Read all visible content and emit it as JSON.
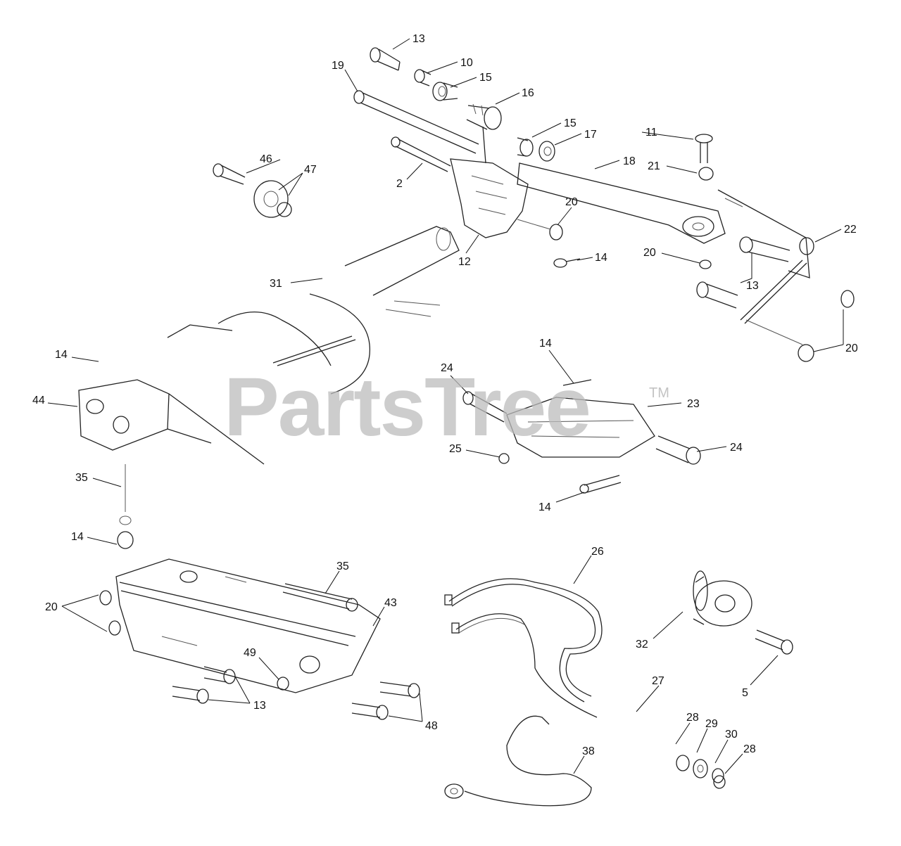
{
  "watermark": {
    "brand": "PartsTree",
    "mark": "TM",
    "color": "#bdbdbd"
  },
  "callouts": [
    {
      "id": "c13a",
      "text": "13"
    },
    {
      "id": "c10",
      "text": "10"
    },
    {
      "id": "c15a",
      "text": "15"
    },
    {
      "id": "c19",
      "text": "19"
    },
    {
      "id": "c16",
      "text": "16"
    },
    {
      "id": "c15b",
      "text": "15"
    },
    {
      "id": "c17",
      "text": "17"
    },
    {
      "id": "c11",
      "text": "11"
    },
    {
      "id": "c46",
      "text": "46"
    },
    {
      "id": "c47",
      "text": "47"
    },
    {
      "id": "c18",
      "text": "18"
    },
    {
      "id": "c21",
      "text": "21"
    },
    {
      "id": "c2",
      "text": "2"
    },
    {
      "id": "c20a",
      "text": "20"
    },
    {
      "id": "c22",
      "text": "22"
    },
    {
      "id": "c12",
      "text": "12"
    },
    {
      "id": "c14a",
      "text": "14"
    },
    {
      "id": "c20b",
      "text": "20"
    },
    {
      "id": "c31",
      "text": "31"
    },
    {
      "id": "c13b",
      "text": "13"
    },
    {
      "id": "c20c",
      "text": "20"
    },
    {
      "id": "c14b",
      "text": "14"
    },
    {
      "id": "c14c",
      "text": "14"
    },
    {
      "id": "c24a",
      "text": "24"
    },
    {
      "id": "c23",
      "text": "23"
    },
    {
      "id": "c44",
      "text": "44"
    },
    {
      "id": "c24b",
      "text": "24"
    },
    {
      "id": "c25",
      "text": "25"
    },
    {
      "id": "c35a",
      "text": "35"
    },
    {
      "id": "c14d",
      "text": "14"
    },
    {
      "id": "c14e",
      "text": "14"
    },
    {
      "id": "c26",
      "text": "26"
    },
    {
      "id": "c35b",
      "text": "35"
    },
    {
      "id": "c20d",
      "text": "20"
    },
    {
      "id": "c43",
      "text": "43"
    },
    {
      "id": "c32",
      "text": "32"
    },
    {
      "id": "c49",
      "text": "49"
    },
    {
      "id": "c13c",
      "text": "13"
    },
    {
      "id": "c27",
      "text": "27"
    },
    {
      "id": "c5",
      "text": "5"
    },
    {
      "id": "c48",
      "text": "48"
    },
    {
      "id": "c28a",
      "text": "28"
    },
    {
      "id": "c29",
      "text": "29"
    },
    {
      "id": "c30",
      "text": "30"
    },
    {
      "id": "c28b",
      "text": "28"
    },
    {
      "id": "c38",
      "text": "38"
    }
  ]
}
